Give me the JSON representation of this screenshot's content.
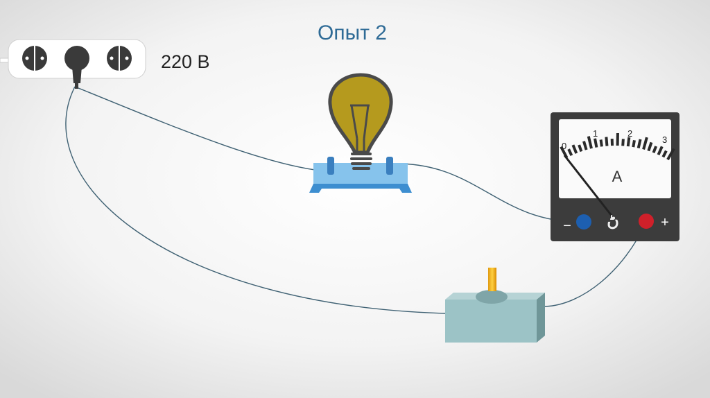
{
  "title": "Опыт 2",
  "socket": {
    "voltage_label": "220 В"
  },
  "ammeter": {
    "scale_labels": [
      "0",
      "1",
      "2",
      "3"
    ],
    "unit": "A",
    "minus_label": "−",
    "plus_label": "+",
    "reading": 0
  },
  "colors": {
    "title": "#2f6b96",
    "bulb": "#b59a1e",
    "base": "#7fbde6",
    "switch": "#9cc3c6",
    "terminal_minus": "#1d5fb0",
    "terminal_plus": "#d0202a"
  }
}
